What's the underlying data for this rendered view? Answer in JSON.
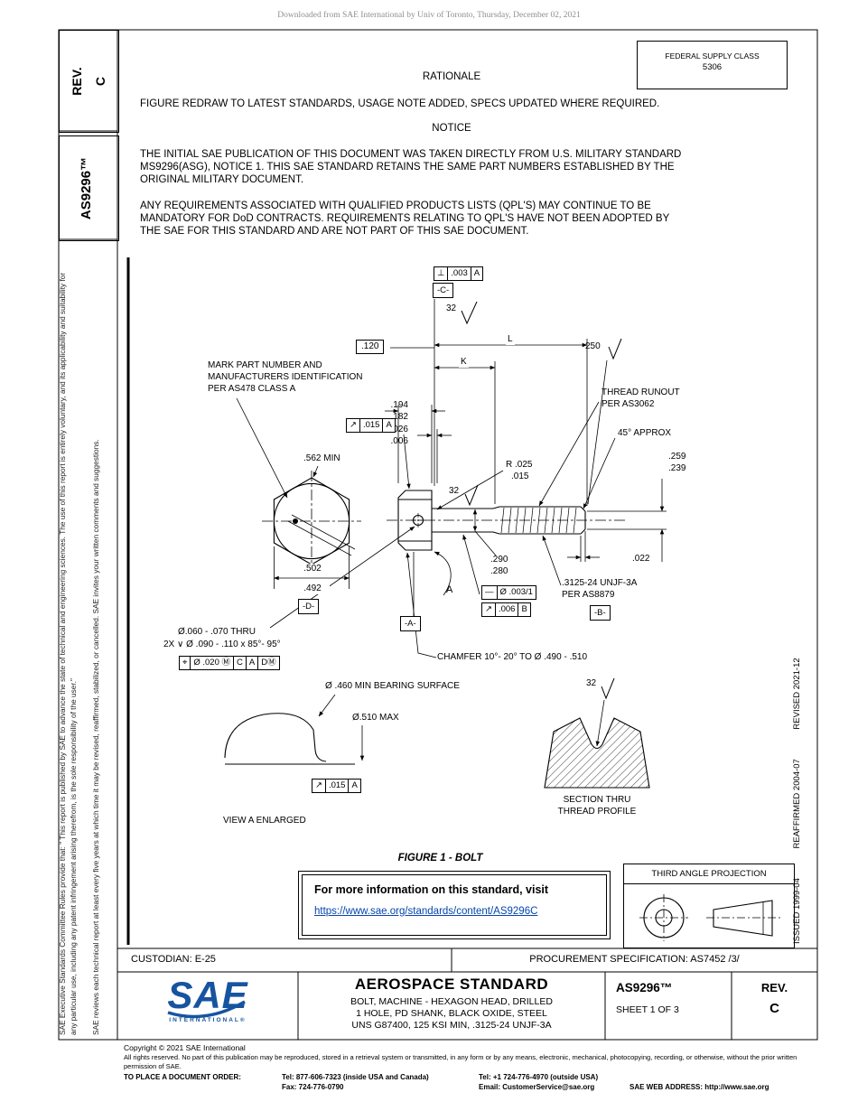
{
  "banner": "Downloaded from SAE International by Univ of Toronto, Thursday, December 02, 2021",
  "left_margin": {
    "rev_label": "REV.",
    "rev_value": "C",
    "doc_number": "AS9296™",
    "committee_note": "SAE Executive Standards Committee Rules provide that: \" This report is published by SAE to advance the state of technical and engineering sciences. The use of this report is entirely voluntary, and its applicability and suitability for any particular use, including any patent infringement arising therefrom, is the sole responsibility of the user.\"",
    "review_note": "SAE reviews each technical report at least every five years at which time it may be revised, reaffirmed, stabilized, or cancelled. SAE invites your written comments and suggestions."
  },
  "right_margin": {
    "issued": "ISSUED 1999-04",
    "reaffirmed": "REAFFIRMED 2004-07",
    "revised": "REVISED 2021-12"
  },
  "fsc": {
    "label": "FEDERAL SUPPLY CLASS",
    "value": "5306"
  },
  "rationale": {
    "title": "RATIONALE",
    "body": "FIGURE REDRAW TO LATEST STANDARDS, USAGE NOTE ADDED, SPECS UPDATED WHERE REQUIRED."
  },
  "notice": {
    "title": "NOTICE",
    "p1": "THE INITIAL SAE PUBLICATION OF THIS DOCUMENT WAS TAKEN DIRECTLY FROM U.S. MILITARY STANDARD MS9296(ASG), NOTICE 1. THIS SAE STANDARD RETAINS THE SAME PART NUMBERS ESTABLISHED BY THE ORIGINAL MILITARY DOCUMENT.",
    "p2": "ANY REQUIREMENTS ASSOCIATED WITH QUALIFIED PRODUCTS LISTS (QPL'S) MAY CONTINUE TO BE MANDATORY FOR DoD CONTRACTS. REQUIREMENTS RELATING TO QPL'S HAVE NOT BEEN ADOPTED BY THE SAE FOR THIS STANDARD AND ARE NOT PART OF THIS SAE DOCUMENT."
  },
  "drawing": {
    "fcf_perp": {
      "sym": "⊥",
      "tol": ".003",
      "datum": "A"
    },
    "datum_c": "-C-",
    "finish_head": "32",
    "dim_basic": ".120",
    "dim_length": "L",
    "dim_grip": "K",
    "finish_thread_od": "250",
    "note_mark": [
      "MARK PART NUMBER AND",
      "MANUFACTURERS IDENTIFICATION",
      "PER AS478 CLASS A"
    ],
    "note_thread_runout": [
      "THREAD RUNOUT",
      "PER AS3062"
    ],
    "dim_head_height": [
      ".194",
      ".182"
    ],
    "dim_washer_face": [
      ".026",
      ".006"
    ],
    "note_chamfer_45": "45° APPROX",
    "fcf_runout_head": {
      "sym": "↗",
      "tol": ".015",
      "datum": "A"
    },
    "dim_across_corners": ".562 MIN",
    "dim_fillet": [
      "R .025",
      ".015"
    ],
    "dim_point_dia": [
      ".259",
      ".239"
    ],
    "finish_shank": "32",
    "dim_across_flats": [
      ".502",
      ".492"
    ],
    "datum_d": "-D-",
    "dim_shank_dia": [
      ".290",
      ".280"
    ],
    "dim_point_chamfer": ".022",
    "note_thread": [
      ".3125-24 UNJF-3A",
      "PER AS8879"
    ],
    "datum_b": "-B-",
    "fcf_straightness": {
      "sym": "—",
      "tol": "Ø .003/1"
    },
    "fcf_runout_shank": {
      "sym": "↗",
      "tol": ".006",
      "datum": "B"
    },
    "datum_a": "-A-",
    "view_arrow_label": "A",
    "note_hole": "Ø.060 - .070 THRU",
    "note_csk": "2X ∨ Ø .090 - .110 x 85°- 95°",
    "fcf_position": {
      "sym": "⌖",
      "tol": "Ø .020 Ⓜ",
      "d1": "C",
      "d2": "A",
      "d3": "DⓂ"
    },
    "note_head_chamfer": "CHAMFER 10°- 20° TO Ø .490 - .510",
    "note_bearing": "Ø .460 MIN BEARING SURFACE",
    "dim_head_dia": "Ø.510 MAX",
    "fcf_runout_bearing": {
      "sym": "↗",
      "tol": ".015",
      "datum": "A"
    },
    "view_a_label": "VIEW A ENLARGED",
    "finish_profile": "32",
    "section_label": [
      "SECTION THRU",
      "THREAD PROFILE"
    ],
    "caption": "FIGURE 1 - BOLT"
  },
  "info_box": {
    "line1": "For more information on this standard, visit",
    "link": "https://www.sae.org/standards/content/AS9296C"
  },
  "projection": {
    "title": "THIRD ANGLE PROJECTION"
  },
  "footer_block": {
    "custodian": "CUSTODIAN: E-25",
    "procurement": "PROCUREMENT SPECIFICATION: AS7452 /3/",
    "logo_text": "SAE",
    "logo_sub": "INTERNATIONAL®",
    "title": "AEROSPACE STANDARD",
    "subtitle": [
      "BOLT, MACHINE - HEXAGON HEAD, DRILLED",
      "1 HOLE, PD SHANK, BLACK OXIDE, STEEL",
      "UNS G87400, 125 KSI MIN, .3125-24 UNJF-3A"
    ],
    "doc_number": "AS9296™",
    "sheet": "SHEET 1 OF 3",
    "rev_label": "REV.",
    "rev_value": "C"
  },
  "legal": {
    "copyright": "Copyright © 2021 SAE International",
    "rights": "All rights reserved. No part of this publication may be reproduced, stored in a retrieval system or transmitted, in any form or by any means, electronic, mechanical, photocopying, recording, or otherwise, without the prior written permission of SAE.",
    "order_label": "TO PLACE A DOCUMENT ORDER:",
    "tel_us": "Tel: 877-606-7323 (inside USA and Canada)",
    "tel_intl": "Tel: +1 724-776-4970 (outside USA)",
    "fax": "Fax: 724-776-0790",
    "email": "Email: CustomerService@sae.org",
    "web": "SAE WEB ADDRESS: http://www.sae.org"
  }
}
